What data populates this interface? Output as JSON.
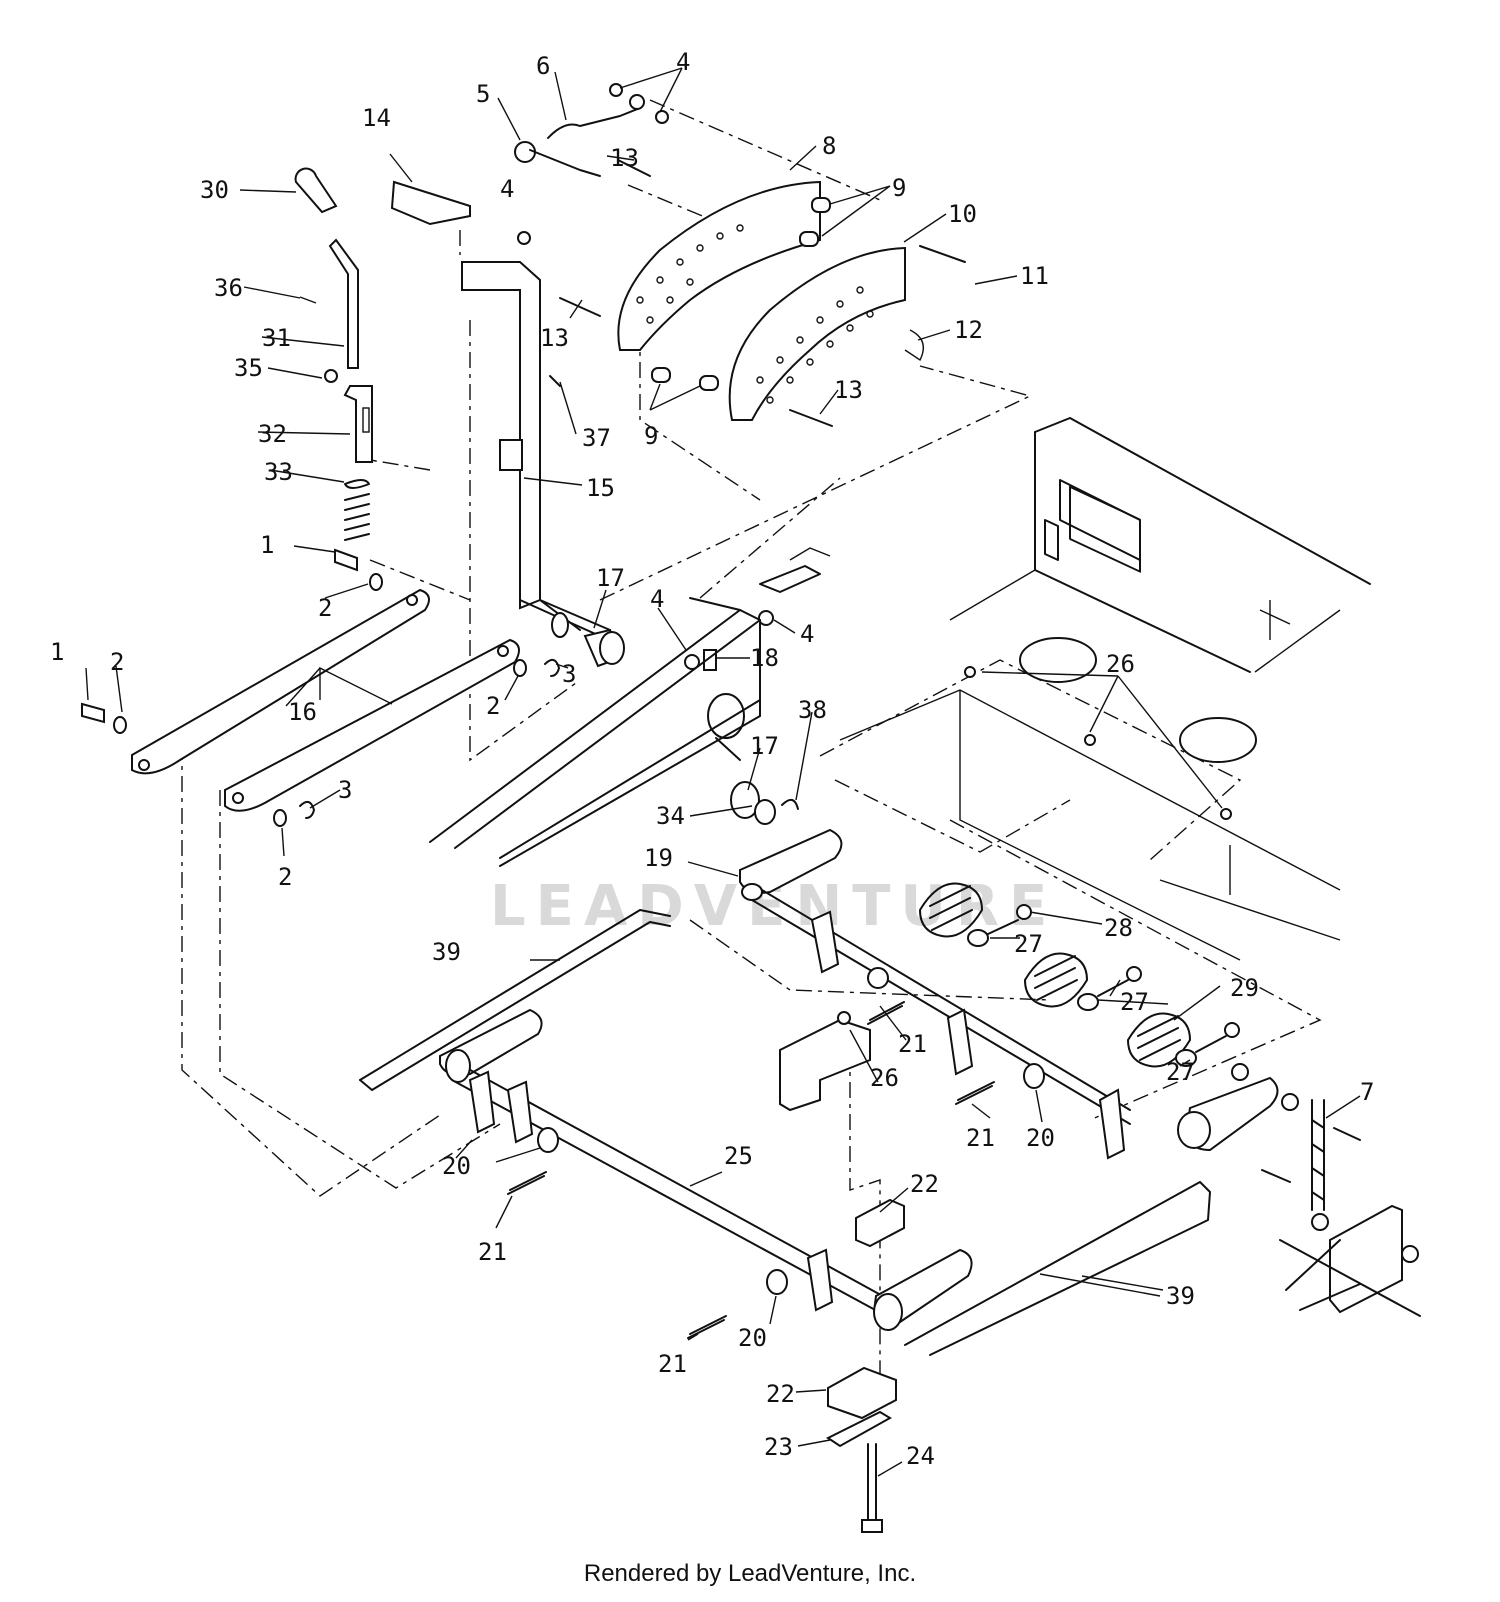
{
  "watermark": "LEADVENTURE",
  "footer": "Rendered by LeadVenture, Inc.",
  "callouts": [
    {
      "id": "c1a",
      "text": "1"
    },
    {
      "id": "c1b",
      "text": "1"
    },
    {
      "id": "c2a",
      "text": "2"
    },
    {
      "id": "c2b",
      "text": "2"
    },
    {
      "id": "c2c",
      "text": "2"
    },
    {
      "id": "c2d",
      "text": "2"
    },
    {
      "id": "c3a",
      "text": "3"
    },
    {
      "id": "c3b",
      "text": "3"
    },
    {
      "id": "c4a",
      "text": "4"
    },
    {
      "id": "c4b",
      "text": "4"
    },
    {
      "id": "c4c",
      "text": "4"
    },
    {
      "id": "c4d",
      "text": "4"
    },
    {
      "id": "c5",
      "text": "5"
    },
    {
      "id": "c6",
      "text": "6"
    },
    {
      "id": "c7",
      "text": "7"
    },
    {
      "id": "c8",
      "text": "8"
    },
    {
      "id": "c9a",
      "text": "9"
    },
    {
      "id": "c9b",
      "text": "9"
    },
    {
      "id": "c10",
      "text": "10"
    },
    {
      "id": "c11",
      "text": "11"
    },
    {
      "id": "c12",
      "text": "12"
    },
    {
      "id": "c13a",
      "text": "13"
    },
    {
      "id": "c13b",
      "text": "13"
    },
    {
      "id": "c13c",
      "text": "13"
    },
    {
      "id": "c14",
      "text": "14"
    },
    {
      "id": "c15",
      "text": "15"
    },
    {
      "id": "c16",
      "text": "16"
    },
    {
      "id": "c17a",
      "text": "17"
    },
    {
      "id": "c17b",
      "text": "17"
    },
    {
      "id": "c18",
      "text": "18"
    },
    {
      "id": "c19",
      "text": "19"
    },
    {
      "id": "c20a",
      "text": "20"
    },
    {
      "id": "c20b",
      "text": "20"
    },
    {
      "id": "c20c",
      "text": "20"
    },
    {
      "id": "c21a",
      "text": "21"
    },
    {
      "id": "c21b",
      "text": "21"
    },
    {
      "id": "c21c",
      "text": "21"
    },
    {
      "id": "c21d",
      "text": "21"
    },
    {
      "id": "c22a",
      "text": "22"
    },
    {
      "id": "c22b",
      "text": "22"
    },
    {
      "id": "c23",
      "text": "23"
    },
    {
      "id": "c24",
      "text": "24"
    },
    {
      "id": "c25",
      "text": "25"
    },
    {
      "id": "c26a",
      "text": "26"
    },
    {
      "id": "c26b",
      "text": "26"
    },
    {
      "id": "c27a",
      "text": "27"
    },
    {
      "id": "c27b",
      "text": "27"
    },
    {
      "id": "c27c",
      "text": "27"
    },
    {
      "id": "c28",
      "text": "28"
    },
    {
      "id": "c29",
      "text": "29"
    },
    {
      "id": "c30",
      "text": "30"
    },
    {
      "id": "c31",
      "text": "31"
    },
    {
      "id": "c32",
      "text": "32"
    },
    {
      "id": "c33",
      "text": "33"
    },
    {
      "id": "c34",
      "text": "34"
    },
    {
      "id": "c35",
      "text": "35"
    },
    {
      "id": "c36",
      "text": "36"
    },
    {
      "id": "c37",
      "text": "37"
    },
    {
      "id": "c38",
      "text": "38"
    },
    {
      "id": "c39a",
      "text": "39"
    },
    {
      "id": "c39b",
      "text": "39"
    }
  ]
}
